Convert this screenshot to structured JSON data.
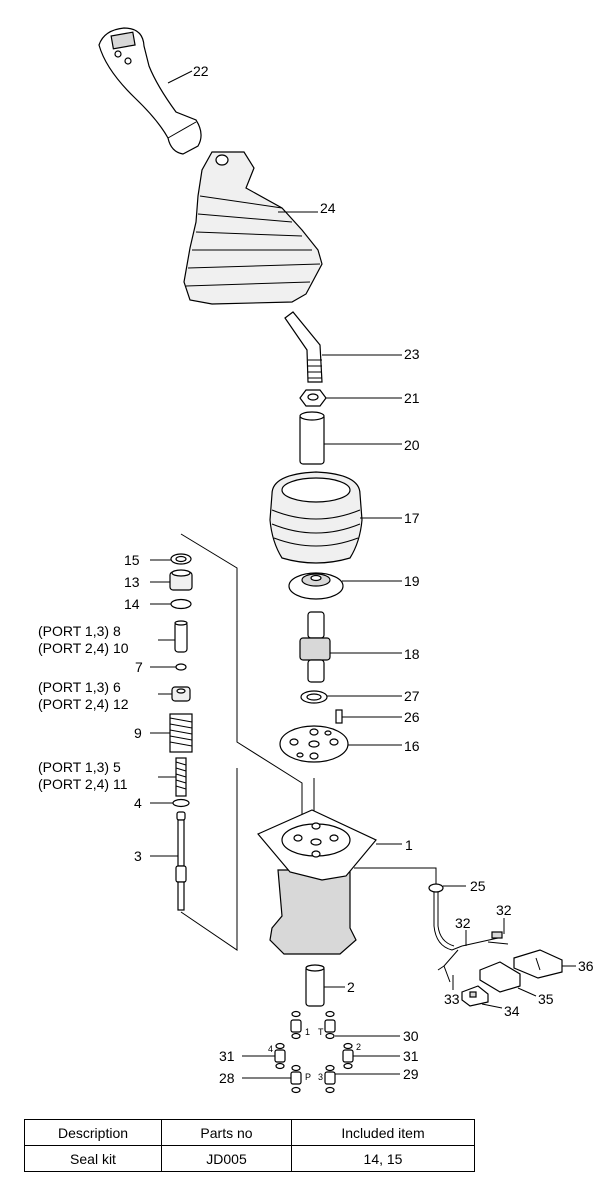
{
  "labels": {
    "p22": "22",
    "p24": "24",
    "p23": "23",
    "p21": "21",
    "p20": "20",
    "p17": "17",
    "p19": "19",
    "p18": "18",
    "p27": "27",
    "p26": "26",
    "p16": "16",
    "p1": "1",
    "p25": "25",
    "p2": "2",
    "p32a": "32",
    "p32b": "32",
    "p36": "36",
    "p33": "33",
    "p34": "34",
    "p35": "35",
    "p30": "30",
    "p31a": "31",
    "p31b": "31",
    "p28": "28",
    "p29": "29",
    "p15": "15",
    "p13": "13",
    "p14": "14",
    "p8": "(PORT 1,3)  8",
    "p10": "(PORT 2,4) 10",
    "p7": "7",
    "p6": "(PORT 1,3)  6",
    "p12": "(PORT 2,4) 12",
    "p9": "9",
    "p5": "(PORT 1,3)  5",
    "p11": "(PORT 2,4) 11",
    "p4": "4",
    "p3": "3",
    "port1": "1",
    "port2": "2",
    "port3": "3",
    "port4": "4",
    "portT": "T",
    "portP": "P"
  },
  "table": {
    "headers": [
      "Description",
      "Parts no",
      "Included item"
    ],
    "rows": [
      [
        "Seal kit",
        "JD005",
        "14, 15"
      ]
    ]
  }
}
